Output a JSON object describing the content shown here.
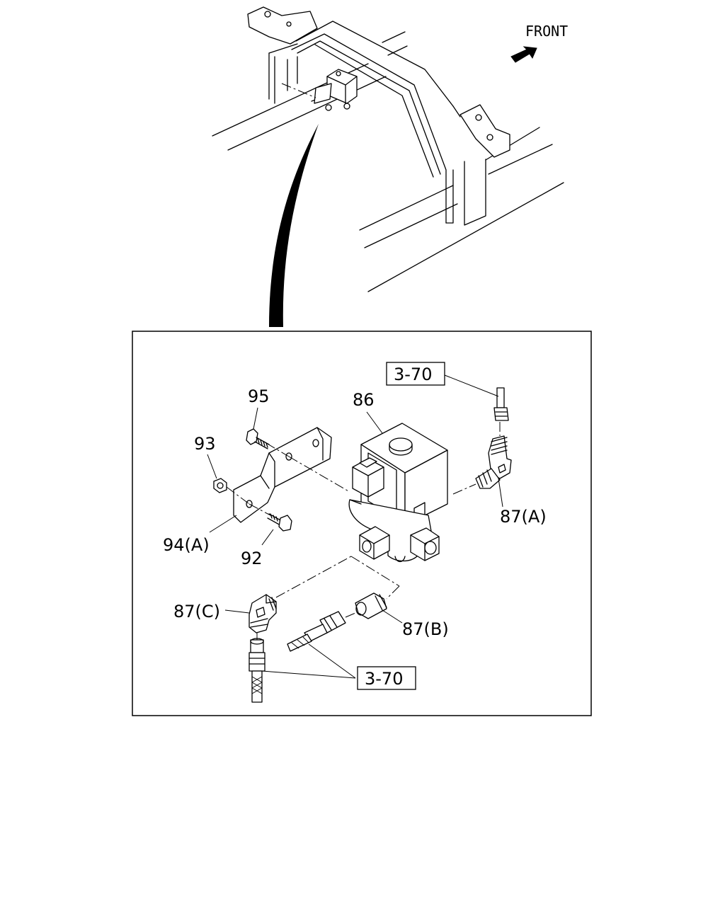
{
  "overview": {
    "direction_label": "FRONT"
  },
  "callouts": {
    "p86": "86",
    "p87a": "87(A)",
    "p87b": "87(B)",
    "p87c": "87(C)",
    "p92": "92",
    "p93": "93",
    "p94a": "94(A)",
    "p95": "95",
    "ref_top": "3-70",
    "ref_bottom": "3-70"
  },
  "colors": {
    "line": "#000000",
    "background": "#ffffff"
  }
}
